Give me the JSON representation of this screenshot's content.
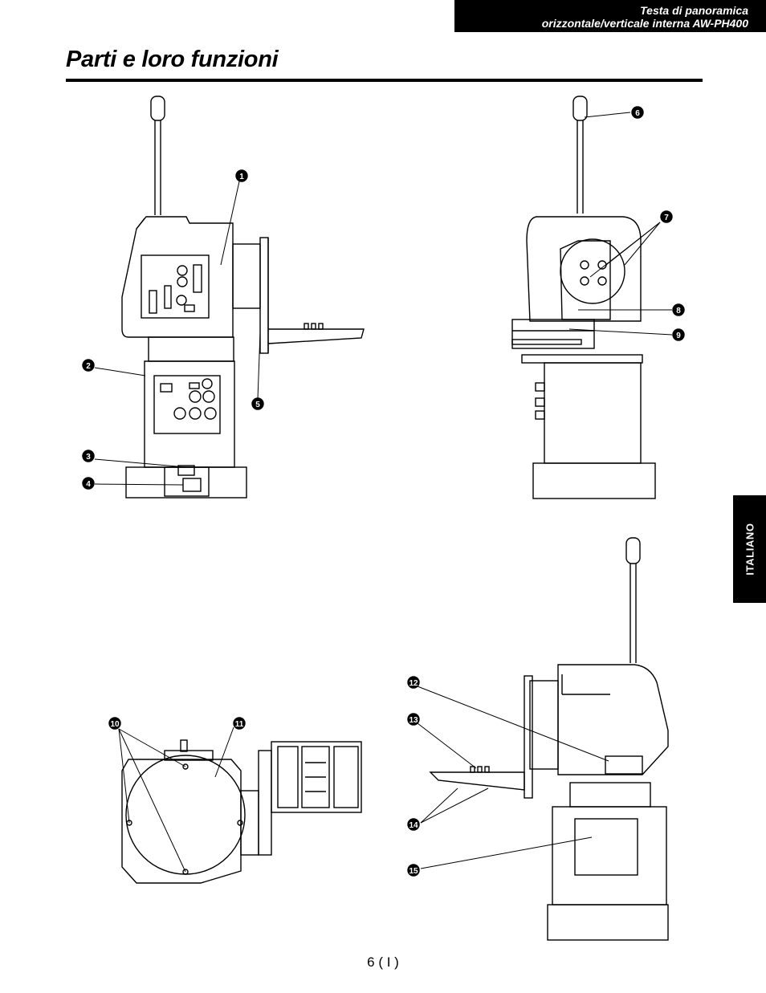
{
  "header": {
    "line1": "Testa di panoramica",
    "line2": "orizzontale/verticale interna  AW-PH400"
  },
  "page_title": "Parti e loro funzioni",
  "language_tab": "ITALIANO",
  "page_number": "6 ( I )",
  "callouts": [
    "1",
    "2",
    "3",
    "4",
    "5",
    "6",
    "7",
    "8",
    "9",
    "10",
    "11",
    "12",
    "13",
    "14",
    "15"
  ]
}
